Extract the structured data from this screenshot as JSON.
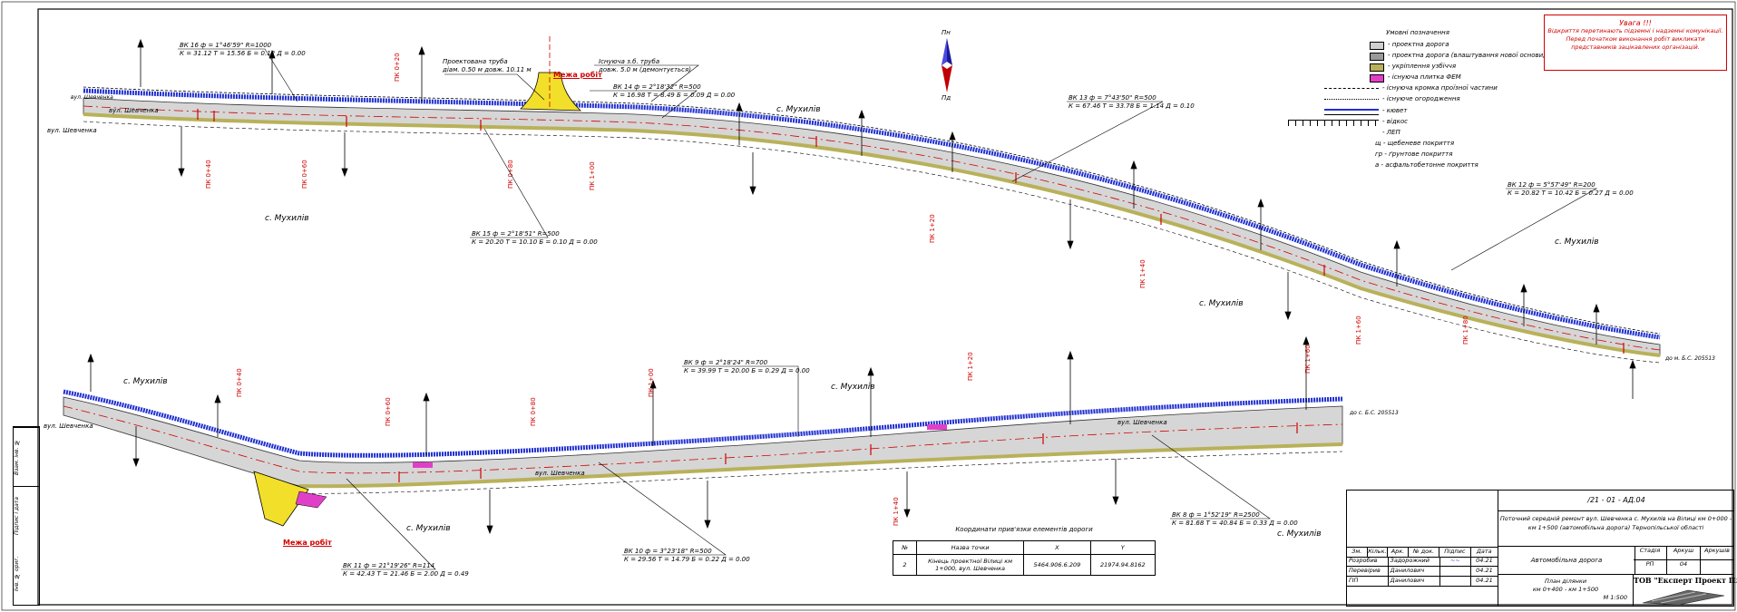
{
  "sheet": {
    "code": "/21 - 01 - АД.04",
    "project_title": "Поточний середній ремонт вул. Шевченка с. Мухилів на Вілиці км 0+000 - км 1+500 (автомобільна дорога) Тернопільської області",
    "object_name": "Автомобільна дорога",
    "sheet_title_1": "План ділянки",
    "sheet_title_2": "км 0+400 - км 1+500",
    "scale": "М 1:500",
    "company": "ТОВ \"Експерт Проект Плюс\"",
    "stage_header": "Стадія",
    "sheet_header": "Аркуш",
    "sheets_header": "Аркушів",
    "stage_value": "РП",
    "sheet_value": "04",
    "roles": [
      "Розробив",
      "Перевірив",
      "ГІП"
    ],
    "names": [
      "Задорожний",
      "Данилович",
      "Данилович"
    ],
    "dates": [
      "04.21",
      "04.21",
      "04.21"
    ],
    "col_headers": [
      "Зм.",
      "Кільк.",
      "Арк.",
      "№ док.",
      "Підпис",
      "Дата"
    ],
    "left_stamp": [
      "Інв. № ориг.",
      "Підпис і дата",
      "Взам. інв. №"
    ]
  },
  "note_box": {
    "title": "Увага !!!",
    "line1": "Відкриття перетинають підземні і надземні комунікації.",
    "line2": "Перед початком виконання робіт викликати",
    "line3": "представників зацікавлених організацій."
  },
  "legend": {
    "title": "Умовні позначення",
    "items": [
      "- проектна дорога",
      "- проектна дорога (влаштування нової основи)",
      "- укріплення узбіччя",
      "- існуюча плитка ФЕМ",
      "- існуюча кромка проїзної частини",
      "- існуюче огородження",
      "- кювет",
      "- відкос",
      "- ЛЕП",
      "щ - щебеневе покриття",
      "гр - ґрунтове покриття",
      "а - асфальтобетонне покриття"
    ],
    "colors": {
      "road": "#cfcfcf",
      "new_base": "#9a9a9a",
      "shoulder": "#b8b15a",
      "fem": "#e040c8"
    }
  },
  "north": {
    "top": "Пн",
    "bottom": "Пд"
  },
  "places": [
    "с. Мухилів",
    "с. Мухилів",
    "с. Мухилів",
    "с. Мухилів",
    "с. Мухилів",
    "с. Мухилів",
    "с. Мухилів",
    "с. Мухилів"
  ],
  "streets": [
    "вул. Шевченка",
    "вул. Шевченка",
    "вул. Шевченка",
    "вул. Шевченка",
    "вул. Шевченка"
  ],
  "works_boundary": [
    "Межа робіт",
    "Межа робіт"
  ],
  "top_callouts": [
    "ВК 16  ф = 1°46'59\"  R=1000",
    "К = 31.12  Т = 15.56  Б = 0.12  Д = 0.00",
    "Проектована труба",
    "діам. 0.50 м  довж. 10.11 м",
    "Існуюча з.б. труба",
    "довж. 5.0 м  (демонтується)",
    "ВК 14  ф = 2°18'32\"  R=500",
    "К = 16.98  Т = 8.49  Б = 0.09  Д = 0.00",
    "ВК 15  ф = 2°18'51\"  R=500",
    "К = 20.20  Т = 10.10  Б = 0.10  Д = 0.00",
    "ВК 13  ф = 7°43'50\"  R=500",
    "К = 67.46  Т = 33.78  Б = 1.14  Д = 0.10",
    "ВК 12  ф = 5°57'49\"  R=200",
    "К = 20.82  Т = 10.42  Б = 0.27  Д = 0.00"
  ],
  "bottom_callouts": [
    "ВК 9  ф = 2°18'24\"  R=700",
    "К = 39.99  Т = 20.00  Б = 0.29  Д = 0.00",
    "ВК 11  ф = 21°19'26\"  R=114",
    "К = 42.43  Т = 21.46  Б = 2.00  Д = 0.49",
    "ВК 10  ф = 3°23'18\"  R=500",
    "К = 29.56  Т = 14.79  Б = 0.22  Д = 0.00",
    "ВК 8  ф = 1°52'19\"  R=2500",
    "К = 81.68  Т = 40.84  Б = 0.33  Д = 0.00"
  ],
  "edge_labels": [
    "вул. Шевченка",
    "до м. Б.С. 205513",
    "до с. Б.С. 205513"
  ],
  "coord_table": {
    "caption": "Координати прив'язки елементів дороги",
    "headers": [
      "№",
      "Назва точки",
      "X",
      "Y"
    ],
    "row": [
      "2",
      "Кінець проектної Вілиці км 1+000, вул. Шевченка",
      "5464.906.6.209",
      "21974.94.8162"
    ]
  }
}
